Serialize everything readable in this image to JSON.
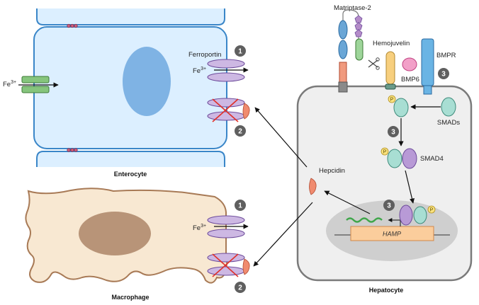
{
  "labels": {
    "matriptase": "Matriptase-2",
    "hemojuvelin": "Hemojuvelin",
    "bmp6": "BMP6",
    "bmpr": "BMPR",
    "ferroportin": "Ferroportin",
    "fe_left": "Fe",
    "fe_ferro_top": "Fe",
    "fe_ferro_mac": "Fe",
    "fe_sup": "3+",
    "hepcidin": "Hepcidin",
    "smads": "SMADs",
    "smad4": "SMAD4",
    "hamp": "HAMP",
    "p": "P"
  },
  "cells": {
    "enterocyte": "Enterocyte",
    "macrophage": "Macrophage",
    "hepatocyte": "Hepatocyte"
  },
  "steps": {
    "ent_one": "1",
    "ent_two": "2",
    "mac_one": "1",
    "mac_two": "2",
    "bmpr_three": "3",
    "smad_three": "3",
    "nuc_three": "3"
  },
  "colors": {
    "enterocyte_fill": "#dcefff",
    "enterocyte_stroke": "#3a86c8",
    "nucleus_blue": "#7fb3e4",
    "macrophage_fill": "#f8e8d2",
    "macrophage_stroke": "#a87a56",
    "nucleus_brown": "#b89478",
    "hepatocyte_fill": "#efefef",
    "hepatocyte_stroke": "#7a7a7a",
    "ferroportin": "#cdb8e3",
    "hepcidin": "#f08b6f",
    "smad_green": "#a8ded3",
    "smad4_purple": "#b89ad6",
    "phospho": "#f9e17d",
    "badge": "#5f5f5f"
  }
}
